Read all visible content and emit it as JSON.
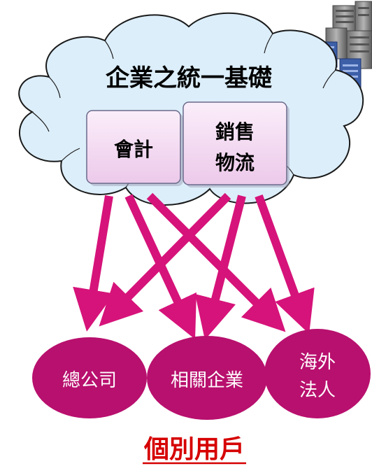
{
  "platform": {
    "title": "企業之統一基礎",
    "modules": [
      {
        "label": "會計"
      },
      {
        "label_line1": "銷售",
        "label_line2": "物流"
      }
    ]
  },
  "entities": [
    {
      "label": "總公司"
    },
    {
      "label": "相關企業"
    },
    {
      "label_line1": "海外",
      "label_line2": "法人"
    }
  ],
  "caption": "個別用戶",
  "colors": {
    "cloud_fill": "#dceefa",
    "cloud_stroke": "#1a1a1a",
    "module_fill": "#f4ddf2",
    "module_stroke": "#6a6a8a",
    "arrow": "#d6137a",
    "entity_fill": "#b8106e",
    "entity_text": "#ffffff",
    "caption_text": "#d60000",
    "server_gray": "#8a8a8a",
    "server_blue": "#3d5fa8"
  },
  "icons": {
    "server": "server-rack-icon"
  }
}
